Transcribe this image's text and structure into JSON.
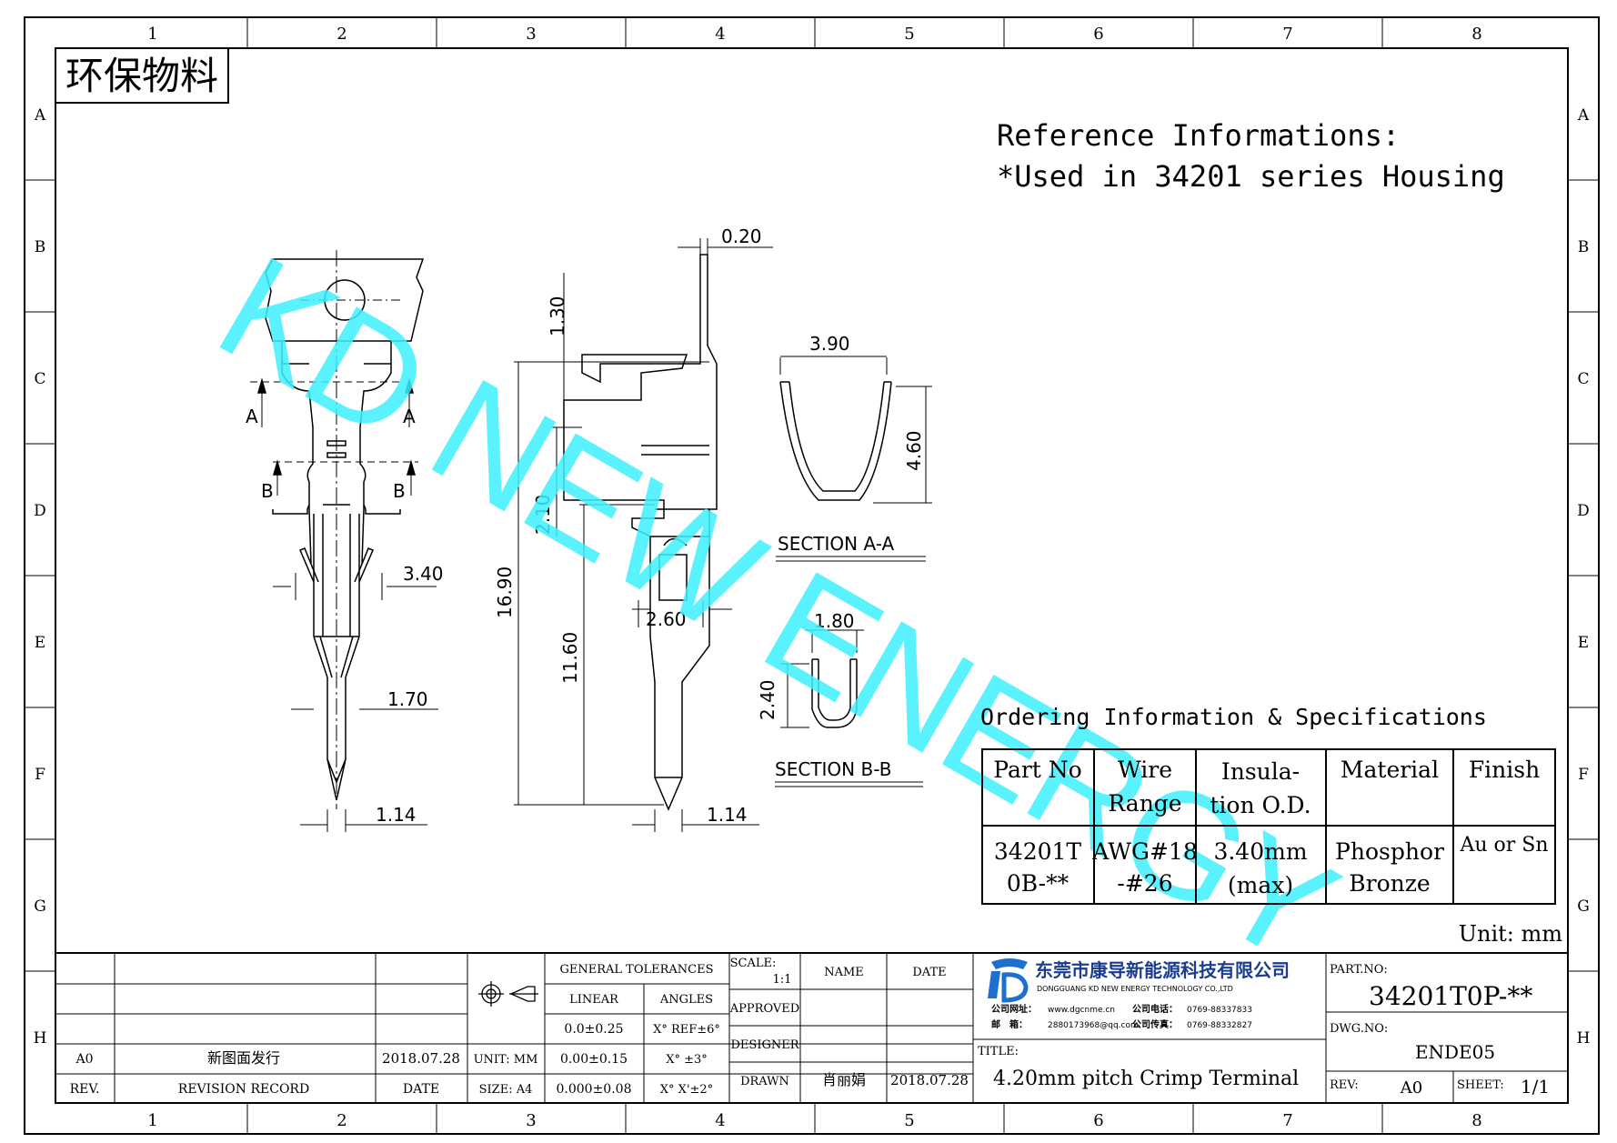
{
  "border": {
    "columns": [
      "1",
      "2",
      "3",
      "4",
      "5",
      "6",
      "7",
      "8"
    ],
    "rows": [
      "A",
      "B",
      "C",
      "D",
      "E",
      "F",
      "G",
      "H"
    ]
  },
  "stamp": "环保物料",
  "watermark": "KD NEW ENERGY",
  "reference": {
    "line1": "Reference Informations:",
    "line2": "*Used in 34201 series Housing"
  },
  "dimensions": {
    "d020": "0.20",
    "d130": "1.30",
    "d390": "3.90",
    "d460": "4.60",
    "d210": "2.10",
    "d1690": "16.90",
    "d1160": "11.60",
    "d260": "2.60",
    "d340": "3.40",
    "d170": "1.70",
    "d114a": "1.14",
    "d114b": "1.14",
    "d180": "1.80",
    "d240": "2.40"
  },
  "section_labels": {
    "a": "A",
    "b": "B",
    "section_aa": "SECTION  A-A",
    "section_bb": "SECTION  B-B"
  },
  "ordering": {
    "title": "Ordering Information & Specifications",
    "headers": [
      "Part No",
      "Wire",
      "Range",
      "Insula-",
      "tion O.D.",
      "Material",
      "Finish"
    ],
    "row": {
      "part1": "34201T",
      "part2": "0B-**",
      "wire1": "AWG#18",
      "wire2": "-#26",
      "ins1": "3.40mm",
      "ins2": "(max)",
      "mat1": "Phosphor",
      "mat2": "Bronze",
      "finish": "Au or Sn"
    },
    "unit": "Unit: mm"
  },
  "title_block": {
    "general_tolerances": "GENERAL TOLERANCES",
    "linear": "LINEAR",
    "angles": "ANGLES",
    "lin1": "0.0±0.25",
    "lin2": "0.00±0.15",
    "lin3": "0.000±0.08",
    "ang1": "X° REF±6°",
    "ang2": "X° ±3°",
    "ang3": "X° X'±2°",
    "unit": "UNIT: MM",
    "size": "SIZE: A4",
    "scale_label": "SCALE:",
    "scale_value": "1:1",
    "name": "NAME",
    "date": "DATE",
    "approved": "APPROVED",
    "designer": "DESIGNER",
    "drawn": "DRAWN",
    "drawn_name": "肖丽娟",
    "drawn_date": "2018.07.28",
    "rev_code": "A0",
    "rev_record_text": "新图面发行",
    "rev_date": "2018.07.28",
    "rev_label": "REV.",
    "revision_record": "REVISION RECORD",
    "date_label": "DATE",
    "company_cn": "东莞市康导新能源科技有限公司",
    "company_en": "DONGGUANG KD NEW ENERGY TECHNOLOGY CO.,LTD",
    "web_label": "公司网址：",
    "web": "www.dgcnme.cn",
    "tel_label": "公司电话：",
    "tel": "0769-88337833",
    "mail_label": "邮　箱：",
    "mail": "2880173968@qq.com",
    "fax_label": "公司传真：",
    "fax": "0769-88332827",
    "title_label": "TITLE:",
    "title": "4.20mm pitch Crimp Terminal",
    "part_no_label": "PART.NO:",
    "part_no": "34201T0P-**",
    "dwg_no_label": "DWG.NO:",
    "dwg_no": "ENDE05",
    "rev_label2": "REV:",
    "rev_value": "A0",
    "sheet_label": "SHEET:",
    "sheet_value": "1/1"
  }
}
